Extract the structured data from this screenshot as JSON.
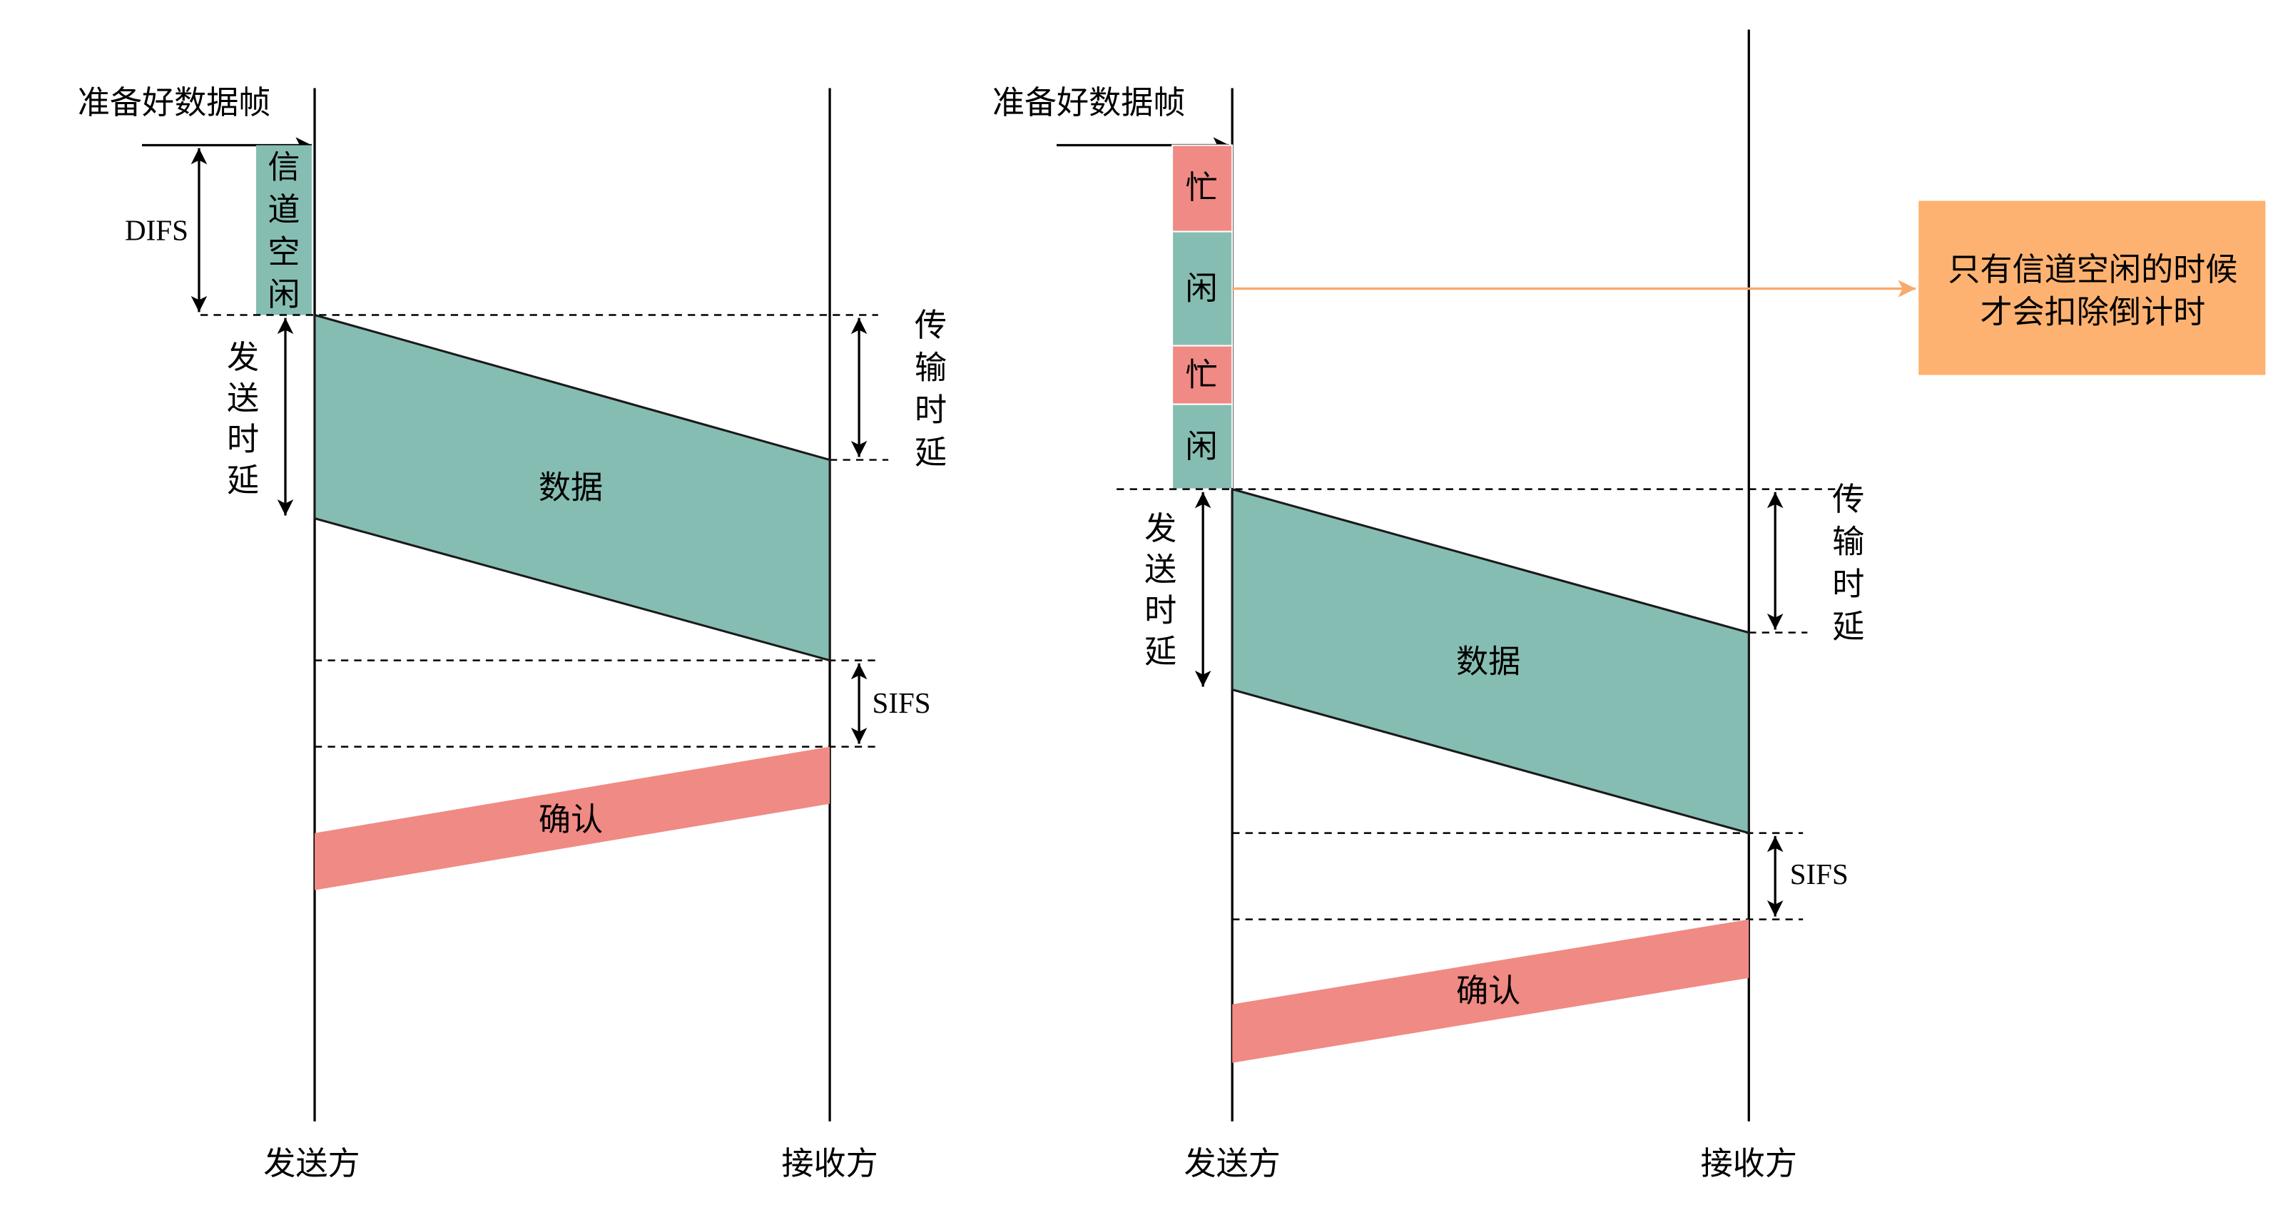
{
  "colors": {
    "frame_green": "#86BDB2",
    "frame_red": "#F08A84",
    "note_fill": "#FDB271",
    "note_arrow": "#F8A96C"
  },
  "left": {
    "ready_label": "准备好数据帧",
    "channel_idle": "信道空闲",
    "difs": "DIFS",
    "send_delay": "发送时延",
    "propagation_delay": "传输时延",
    "data": "数据",
    "sifs": "SIFS",
    "ack": "确认",
    "sender": "发送方",
    "receiver": "接收方"
  },
  "right": {
    "ready_label": "准备好数据帧",
    "slots": [
      {
        "label": "忙",
        "color": "#F08A84"
      },
      {
        "label": "闲",
        "color": "#86BDB2"
      },
      {
        "label": "忙",
        "color": "#F08A84"
      },
      {
        "label": "闲",
        "color": "#86BDB2"
      }
    ],
    "note": [
      "只有信道空闲的时候",
      "才会扣除倒计时"
    ],
    "send_delay": "发送时延",
    "propagation_delay": "传输时延",
    "data": "数据",
    "sifs": "SIFS",
    "ack": "确认",
    "sender": "发送方",
    "receiver": "接收方"
  }
}
